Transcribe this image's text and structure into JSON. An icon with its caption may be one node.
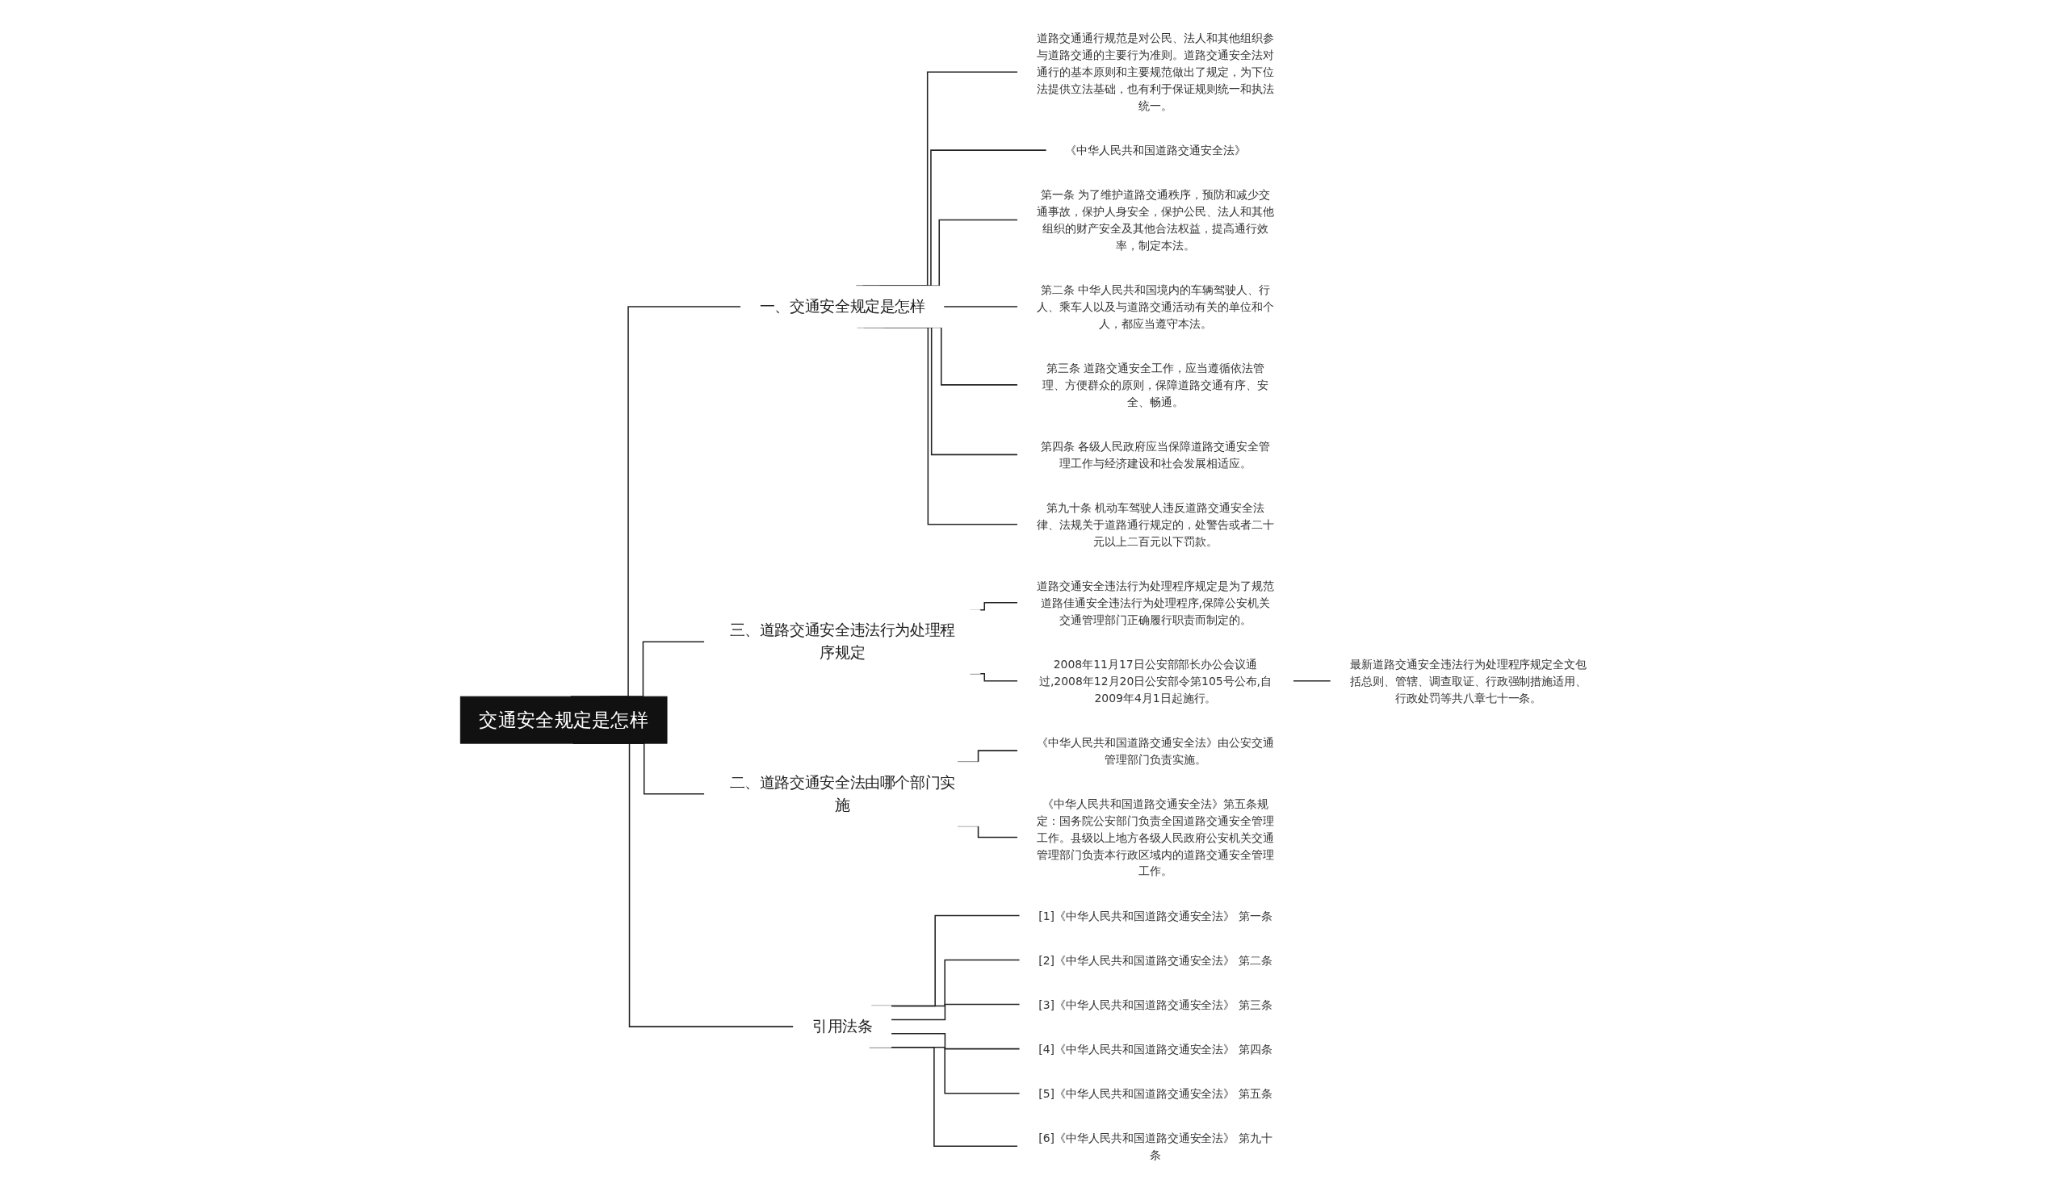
{
  "diagram": {
    "nodes": [
      {
        "text": [
          "交通安全规定是怎样"
        ]
      },
      {
        "text": [
          "一、交通安全规定是怎样"
        ]
      },
      {
        "text": [
          "道路交通通行规范是对公民、法人和其他组织参与道路交通的主要行为准则。道路交通安全法对通行的基本原则和主要规范做出了规定，为下位法提供立法基础，也有利于保证规则统一和执法统一。"
        ]
      },
      {
        "text": [
          "《中华人民共和国道路交通安全法》"
        ]
      },
      {
        "text": [
          "第一条 为了维护道路交通秩序，预防和减少交通事故，保护人身安全，保护公民、法人和其他组织的财产安全及其他合法权益，提高通行效率，制定本法。"
        ]
      },
      {
        "text": [
          "第二条 中华人民共和国境内的车辆驾驶人、行人、乘车人以及与道路交通活动有关的单位和个人，都应当遵守本法。"
        ]
      },
      {
        "text": [
          "第三条 道路交通安全工作，应当遵循依法管理、方便群众的原则，保障道路交通有序、安全、畅通。"
        ]
      },
      {
        "text": [
          "第四条 各级人民政府应当保障道路交通安全管理工作与经济建设和社会发展相适应。"
        ]
      },
      {
        "text": [
          "第九十条 机动车驾驶人违反道路交通安全法律、法规关于道路通行规定的，处警告或者二十元以上二百元以下罚款。"
        ]
      },
      {
        "text": [
          "三、道路交通安全违法行为处理程序规定"
        ]
      },
      {
        "text": [
          "道路交通安全违法行为处理程序规定是为了规范道路佳通安全违法行为处理程序,保障公安机关交通管理部门正确履行职责而制定的。"
        ]
      },
      {
        "text": [
          "2008年11月17日公安部部长办公会议通过,2008年12月20日公安部令第105号公布,自2009年4月1日起施行。"
        ]
      },
      {
        "text": [
          "最新道路交通安全违法行为处理程序规定全文包括总则、管辖、调查取证、行政强制措施适用、行政处罚等共八章七十一条。"
        ]
      },
      {
        "text": [
          "二、道路交通安全法由哪个部门实施"
        ]
      },
      {
        "text": [
          "《中华人民共和国道路交通安全法》由公安交通管理部门负责实施。"
        ]
      },
      {
        "text": [
          "《中华人民共和国道路交通安全法》第五条规定：国务院公安部门负责全国道路交通安全管理工作。县级以上地方各级人民政府公安机关交通管理部门负责本行政区域内的道路交通安全管理工作。"
        ]
      },
      {
        "text": [
          "引用法条"
        ]
      },
      {
        "text": [
          "[1]《中华人民共和国道路交通安全法》 第一条"
        ]
      },
      {
        "text": [
          "[2]《中华人民共和国道路交通安全法》 第二条"
        ]
      },
      {
        "text": [
          "[3]《中华人民共和国道路交通安全法》 第三条"
        ]
      },
      {
        "text": [
          "[4]《中华人民共和国道路交通安全法》 第四条"
        ]
      },
      {
        "text": [
          "[5]《中华人民共和国道路交通安全法》 第五条"
        ]
      },
      {
        "text": [
          "[6]《中华人民共和国道路交通安全法》 第九十条"
        ]
      }
    ],
    "edges": [
      {
        "from": 0,
        "to": 1,
        "arrow": "none"
      },
      {
        "from": 1,
        "to": 2,
        "arrow": "none"
      },
      {
        "from": 1,
        "to": 3,
        "arrow": "none"
      },
      {
        "from": 1,
        "to": 4,
        "arrow": "none"
      },
      {
        "from": 1,
        "to": 5,
        "arrow": "none"
      },
      {
        "from": 1,
        "to": 6,
        "arrow": "none"
      },
      {
        "from": 1,
        "to": 7,
        "arrow": "none"
      },
      {
        "from": 1,
        "to": 8,
        "arrow": "none"
      },
      {
        "from": 0,
        "to": 9,
        "arrow": "none"
      },
      {
        "from": 9,
        "to": 10,
        "arrow": "none"
      },
      {
        "from": 9,
        "to": 11,
        "arrow": "none"
      },
      {
        "from": 11,
        "to": 12,
        "arrow": "none"
      },
      {
        "from": 0,
        "to": 13,
        "arrow": "none"
      },
      {
        "from": 13,
        "to": 14,
        "arrow": "none"
      },
      {
        "from": 13,
        "to": 15,
        "arrow": "none"
      },
      {
        "from": 0,
        "to": 16,
        "arrow": "none"
      },
      {
        "from": 16,
        "to": 17,
        "arrow": "none"
      },
      {
        "from": 16,
        "to": 18,
        "arrow": "none"
      },
      {
        "from": 16,
        "to": 19,
        "arrow": "none"
      },
      {
        "from": 16,
        "to": 20,
        "arrow": "none"
      },
      {
        "from": 16,
        "to": 21,
        "arrow": "none"
      },
      {
        "from": 16,
        "to": 22,
        "arrow": "none"
      }
    ]
  }
}
